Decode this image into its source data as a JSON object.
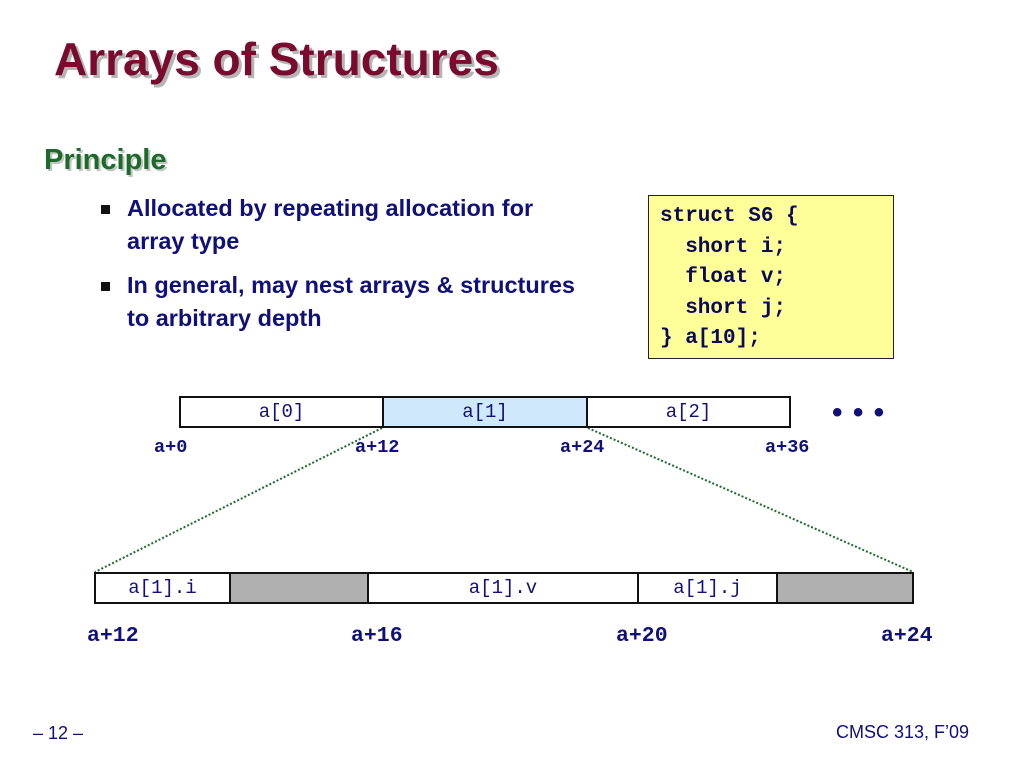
{
  "slide": {
    "title": "Arrays of Structures",
    "subtitle": "Principle",
    "bullets": [
      {
        "text": "Allocated by repeating allocation for array type"
      },
      {
        "text": "In general, may nest arrays & structures to arbitrary depth"
      }
    ],
    "code": [
      "struct S6 {",
      "  short i;",
      "  float v;",
      "  short j;",
      "} a[10];"
    ],
    "array": {
      "cells": [
        "a[0]",
        "a[1]",
        "a[2]"
      ],
      "offsets": [
        "a+0",
        "a+12",
        "a+24",
        "a+36"
      ],
      "ellipsis": "• • •"
    },
    "struct": {
      "fields": [
        "a[1].i",
        "",
        "a[1].v",
        "a[1].j",
        ""
      ],
      "offsets": [
        "a+12",
        "a+16",
        "a+20",
        "a+24"
      ]
    },
    "footer": {
      "page": "– 12 –",
      "course": "CMSC 313, F’09"
    }
  }
}
